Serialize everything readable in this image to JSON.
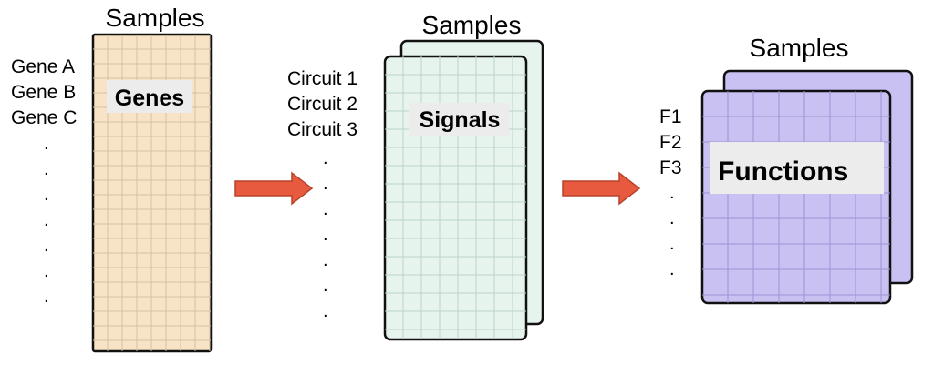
{
  "colors": {
    "genes_fill": "#f8e3c6",
    "genes_grid": "#d5c0a2",
    "signals_fill": "#e7f3ed",
    "signals_grid": "#b9d6cb",
    "functions_fill": "#c9c1f2",
    "functions_grid": "#9c92d4",
    "label_box": "#ececec",
    "arrow_fill": "#e85a3f",
    "arrow_stroke": "#b8432b",
    "border": "#111111"
  },
  "stages": [
    {
      "header": "Samples",
      "title": "Genes",
      "row_labels": [
        "Gene A",
        "Gene B",
        "Gene C"
      ],
      "continuation": [
        ".",
        ".",
        ".",
        ".",
        ".",
        ".",
        "."
      ]
    },
    {
      "header": "Samples",
      "title": "Signals",
      "row_labels": [
        "Circuit 1",
        "Circuit 2",
        "Circuit 3"
      ],
      "continuation": [
        ".",
        ".",
        ".",
        ".",
        ".",
        ".",
        "."
      ]
    },
    {
      "header": "Samples",
      "title": "Functions",
      "row_labels": [
        "F1",
        "F2",
        "F3"
      ],
      "continuation": [
        ".",
        ".",
        ".",
        "."
      ]
    }
  ],
  "arrows": [
    {
      "icon": "right-arrow-icon"
    },
    {
      "icon": "right-arrow-icon"
    }
  ]
}
